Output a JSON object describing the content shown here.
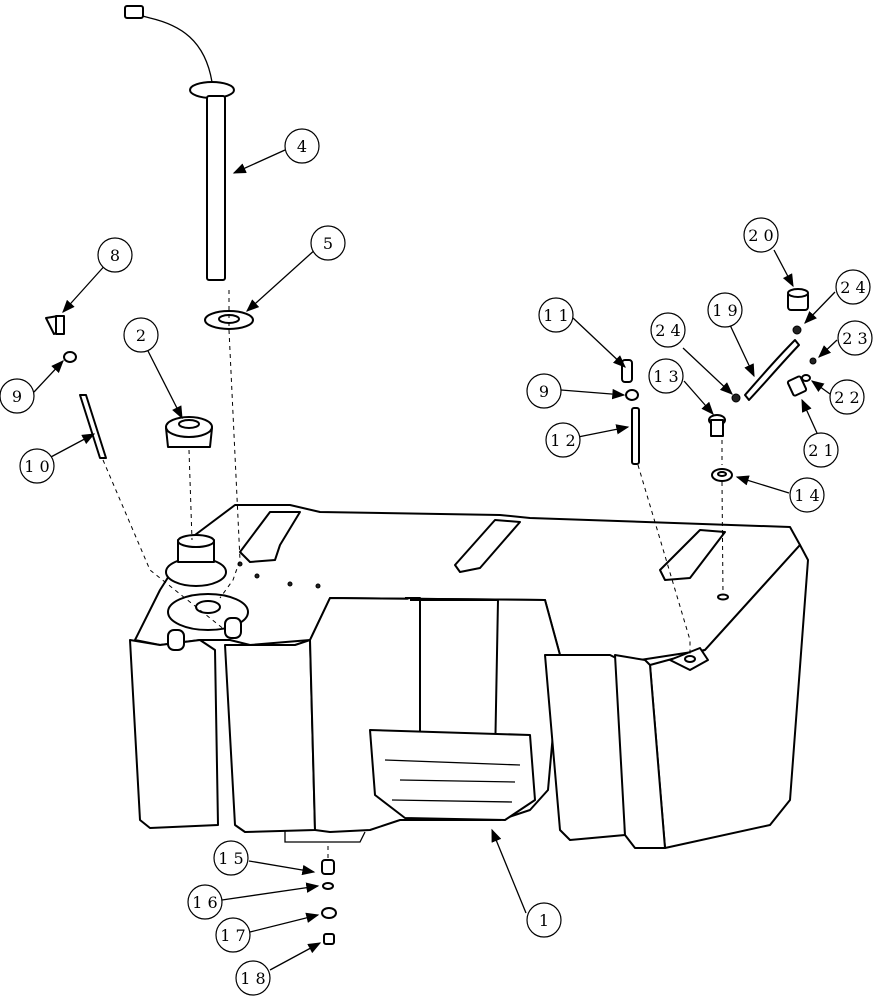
{
  "callouts": [
    {
      "id": "c1",
      "label": "1"
    },
    {
      "id": "c2",
      "label": "2"
    },
    {
      "id": "c4",
      "label": "4"
    },
    {
      "id": "c5a",
      "label": "5"
    },
    {
      "id": "c8",
      "label": "8"
    },
    {
      "id": "c9a",
      "label": "9"
    },
    {
      "id": "c10",
      "label": "1 0"
    },
    {
      "id": "c11",
      "label": "1 1"
    },
    {
      "id": "c9b",
      "label": "9"
    },
    {
      "id": "c12",
      "label": "1 2"
    },
    {
      "id": "c24a",
      "label": "2 4"
    },
    {
      "id": "c13",
      "label": "1 3"
    },
    {
      "id": "c19",
      "label": "1 9"
    },
    {
      "id": "c20",
      "label": "2 0"
    },
    {
      "id": "c24b",
      "label": "2 4"
    },
    {
      "id": "c23",
      "label": "2 3"
    },
    {
      "id": "c22",
      "label": "2 2"
    },
    {
      "id": "c21",
      "label": "2 1"
    },
    {
      "id": "c14",
      "label": "1 4"
    },
    {
      "id": "c15",
      "label": "1 5"
    },
    {
      "id": "c16",
      "label": "1 6"
    },
    {
      "id": "c17",
      "label": "1 7"
    },
    {
      "id": "c18",
      "label": "1 8"
    }
  ]
}
